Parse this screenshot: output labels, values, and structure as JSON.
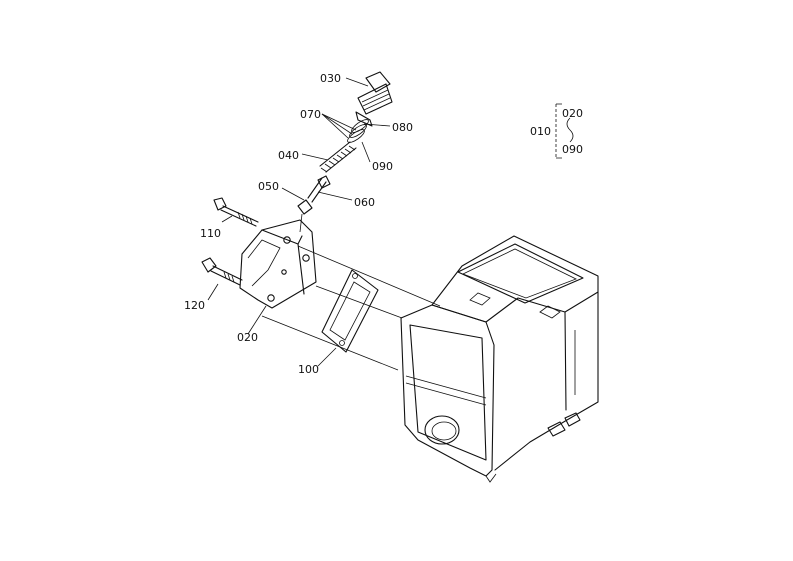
{
  "diagram": {
    "callouts": {
      "p010": "010",
      "p020_legend": "020",
      "p090_legend": "090",
      "p030": "030",
      "p070": "070",
      "p080": "080",
      "p040": "040",
      "p090": "090",
      "p050": "050",
      "p060": "060",
      "p110": "110",
      "p120": "120",
      "p020": "020",
      "p100": "100"
    }
  }
}
